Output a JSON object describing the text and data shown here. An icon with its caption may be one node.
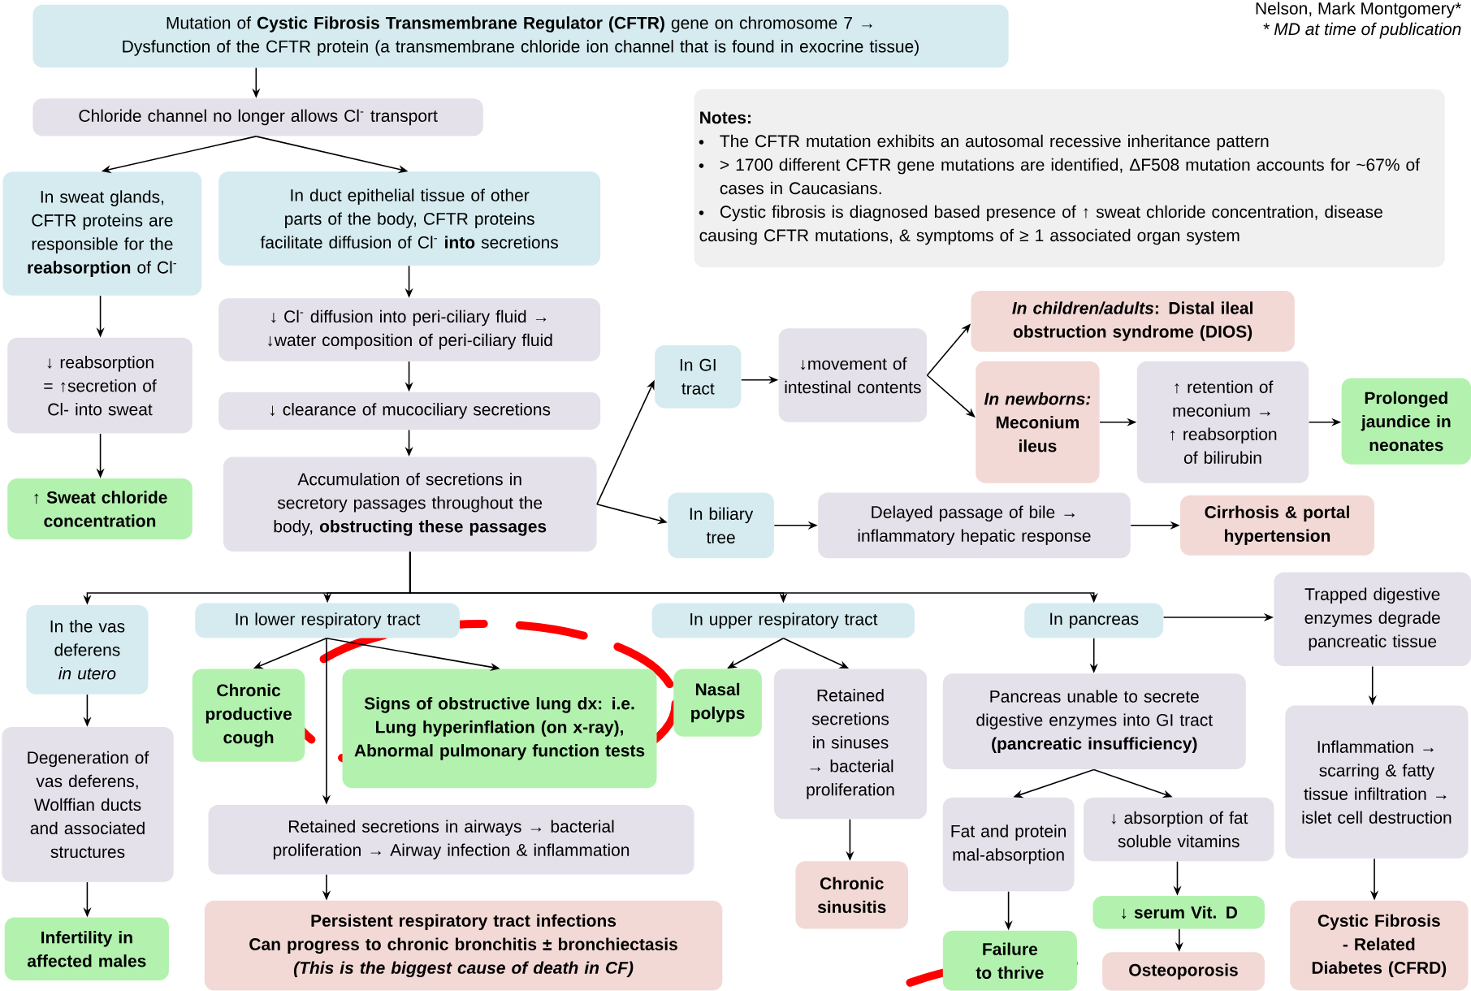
{
  "diagram": {
    "nodes": [
      {
        "text": [
          "Mutation of **Cystic Fibrosis Transmembrane Regulator (CFTR)** gene on chromosome 7 → Dysfunction of the CFTR protein (a transmembrane chloride ion channel that is found in exocrine tissue)"
        ]
      },
      {
        "text": [
          "Chloride channel no longer allows Cl$^{-}$ transport"
        ]
      },
      {
        "text": [
          "Notes:",
          "The CFTR mutation exhibits an autosomal recessive inheritance pattern",
          "> 1700 different CFTR gene mutations are identified, ΔF508 mutation accounts for ~67% of cases in Caucasians.",
          "Cystic fibrosis is diagnosed based presence of ↑ sweat chloride concentration, disease causing CFTR mutations, & symptoms of ≥ 1 associated organ system"
        ]
      },
      {
        "text": [
          "In sweat glands, CFTR proteins are responsible for the **reabsorption** of Cl$^{-}$"
        ]
      },
      {
        "text": [
          "In duct epithelial tissue of other parts of the body, CFTR proteins facilitate diffusion of Cl$^{-}$ **into** secretions"
        ]
      },
      {
        "text": [
          "↓ Cl$^{-}$ diffusion into peri-ciliary fluid → ↓water composition of peri-ciliary fluid"
        ]
      },
      {
        "text": [
          "↓ clearance of mucociliary secretions"
        ]
      },
      {
        "text": [
          "Accumulation of secretions in secretory passages throughout the body, **obstructing these passages**"
        ]
      },
      {
        "text": [
          "↓ reabsorption = ↑secretion of Cl- into sweat"
        ]
      },
      {
        "text": [
          "↑ Sweat chloride concentration"
        ]
      },
      {
        "text": [
          "In GI tract"
        ]
      },
      {
        "text": [
          "↓movement of intestinal contents"
        ]
      },
      {
        "text": [
          "*In children/adults*: Distal ileal obstruction syndrome (DIOS)"
        ]
      },
      {
        "text": [
          "*In newborns:* Meconium ileus"
        ]
      },
      {
        "text": [
          "↑ retention of meconium → ↑ reabsorption of bilirubin"
        ]
      },
      {
        "text": [
          "Prolonged jaundice in neonates"
        ]
      },
      {
        "text": [
          "In biliary tree"
        ]
      },
      {
        "text": [
          "Delayed passage of bile → inflammatory hepatic response"
        ]
      },
      {
        "text": [
          "Cirrhosis & portal hypertension"
        ]
      },
      {
        "text": [
          "In the vas deferens *in utero*"
        ]
      },
      {
        "text": [
          "In lower respiratory tract"
        ]
      },
      {
        "text": [
          "In upper respiratory tract"
        ]
      },
      {
        "text": [
          "In pancreas"
        ]
      },
      {
        "text": [
          "Trapped digestive enzymes degrade pancreatic tissue"
        ]
      },
      {
        "text": [
          "Degeneration of vas deferens, Wolffian ducts and associated structures"
        ]
      },
      {
        "text": [
          "Infertility in affected males"
        ]
      },
      {
        "text": [
          "Chronic productive cough"
        ]
      },
      {
        "text": [
          "Signs of obstructive lung dx: i.e. Lung hyperinflation (on x-ray), Abnormal pulmonary function tests"
        ]
      },
      {
        "text": [
          "Nasal polyps"
        ]
      },
      {
        "text": [
          "Retained secretions in sinuses → bacterial proliferation"
        ]
      },
      {
        "text": [
          "Retained secretions in airways → bacterial proliferation → Airway infection & inflammation"
        ]
      },
      {
        "text": [
          "Persistent respiratory tract infections",
          "Can progress to chronic bronchitis ± bronchiectasis",
          "(This is the biggest cause of death in CF)"
        ]
      },
      {
        "text": [
          "Chronic sinusitis"
        ]
      },
      {
        "text": [
          "Pancreas unable to secrete digestive enzymes into GI tract **(pancreatic insufficiency)**"
        ]
      },
      {
        "text": [
          "Fat and protein mal-absorption"
        ]
      },
      {
        "text": [
          "↓ absorption of fat soluble vitamins"
        ]
      },
      {
        "text": [
          "↓ serum Vit. D"
        ]
      },
      {
        "text": [
          "Failure to thrive"
        ]
      },
      {
        "text": [
          "Osteoporosis"
        ]
      },
      {
        "text": [
          "Inflammation → scarring & fatty tissue infiltration → islet cell destruction"
        ]
      },
      {
        "text": [
          "Cystic Fibrosis - Related Diabetes (CFRD)"
        ]
      }
    ],
    "edges": [
      {
        "from": 0,
        "to": 1,
        "arrow": "to"
      },
      {
        "from": 1,
        "to": 3,
        "arrow": "to"
      },
      {
        "from": 1,
        "to": 4,
        "arrow": "to"
      },
      {
        "from": 3,
        "to": 8,
        "arrow": "to"
      },
      {
        "from": 8,
        "to": 9,
        "arrow": "to"
      },
      {
        "from": 4,
        "to": 5,
        "arrow": "to"
      },
      {
        "from": 5,
        "to": 6,
        "arrow": "to"
      },
      {
        "from": 6,
        "to": 7,
        "arrow": "to"
      },
      {
        "from": 7,
        "to": 10,
        "arrow": "to"
      },
      {
        "from": 7,
        "to": 16,
        "arrow": "to"
      },
      {
        "from": 10,
        "to": 11,
        "arrow": "to"
      },
      {
        "from": 11,
        "to": 12,
        "arrow": "to"
      },
      {
        "from": 11,
        "to": 13,
        "arrow": "to"
      },
      {
        "from": 13,
        "to": 14,
        "arrow": "to"
      },
      {
        "from": 14,
        "to": 15,
        "arrow": "to"
      },
      {
        "from": 16,
        "to": 17,
        "arrow": "to"
      },
      {
        "from": 17,
        "to": 18,
        "arrow": "to"
      },
      {
        "from": 7,
        "to": 19,
        "arrow": "to"
      },
      {
        "from": 7,
        "to": 20,
        "arrow": "to"
      },
      {
        "from": 7,
        "to": 21,
        "arrow": "to"
      },
      {
        "from": 7,
        "to": 22,
        "arrow": "to"
      },
      {
        "from": 19,
        "to": 24,
        "arrow": "to"
      },
      {
        "from": 24,
        "to": 25,
        "arrow": "to"
      },
      {
        "from": 20,
        "to": 26,
        "arrow": "to"
      },
      {
        "from": 20,
        "to": 27,
        "arrow": "to"
      },
      {
        "from": 20,
        "to": 30,
        "arrow": "to"
      },
      {
        "from": 30,
        "to": 31,
        "arrow": "to"
      },
      {
        "from": 21,
        "to": 28,
        "arrow": "to"
      },
      {
        "from": 21,
        "to": 29,
        "arrow": "to"
      },
      {
        "from": 29,
        "to": 32,
        "arrow": "to"
      },
      {
        "from": 22,
        "to": 23,
        "arrow": "to"
      },
      {
        "from": 22,
        "to": 33,
        "arrow": "to"
      },
      {
        "from": 23,
        "to": 39,
        "arrow": "to"
      },
      {
        "from": 39,
        "to": 40,
        "arrow": "to"
      },
      {
        "from": 33,
        "to": 34,
        "arrow": "to"
      },
      {
        "from": 33,
        "to": 35,
        "arrow": "to"
      },
      {
        "from": 34,
        "to": 37,
        "arrow": "to"
      },
      {
        "from": 35,
        "to": 36,
        "arrow": "to"
      },
      {
        "from": 36,
        "to": 38,
        "arrow": "to"
      }
    ],
    "labels": [
      "Nelson, Mark Montgomery*",
      "* MD at time of publication"
    ]
  }
}
